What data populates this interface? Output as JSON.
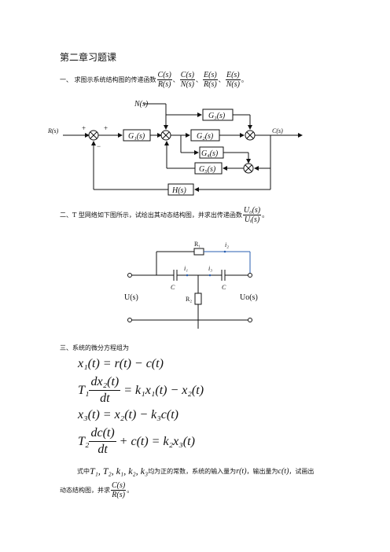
{
  "title": "第二章习题课",
  "q1": {
    "prefix": "一、  求图示系统结构图的传递函数",
    "fractions": [
      {
        "num": "C(s)",
        "den": "R(s)"
      },
      {
        "num": "C(s)",
        "den": "N(s)"
      },
      {
        "num": "E(s)",
        "den": "R(s)"
      },
      {
        "num": "E(s)",
        "den": "N(s)"
      }
    ],
    "sep": "、",
    "end": "。",
    "diagram": {
      "n": "N(s)",
      "r": "R(s)",
      "c": "C(s)",
      "g1": "G₁(s)",
      "g2": "G₂(s)",
      "g3": "G₃(s)",
      "g4": "G₄(s)",
      "g5": "G₅(s)",
      "h": "H(s)",
      "plus": "+",
      "minus": "−"
    }
  },
  "q2": {
    "prefix": "二、T 型网络如下图所示，试绘出其动态结构图，并求出传递函数",
    "frac_num": "U₀(s)",
    "frac_den": "Uᵢ(s)",
    "end": "。",
    "circuit": {
      "r1": "R₁",
      "r2": "R₂",
      "c_left": "C",
      "c_right": "C",
      "i1": "i₁",
      "i2": "i₂",
      "i3": "i₃",
      "u_in": "U(s)",
      "u_out": "Uo(s)"
    }
  },
  "q3": {
    "prefix": "三、系统的微分方程组为",
    "eq1": "x₁(t) = r(t) − c(t)",
    "eq2_lhs_coef": "T₁",
    "eq2_num": "dx₂(t)",
    "eq2_den": "dt",
    "eq2_rhs": "= k₁x₁(t) − x₂(t)",
    "eq3": "x₃(t) = x₂(t) − k₃c(t)",
    "eq4_lhs_coef": "T₂",
    "eq4_num": "dc(t)",
    "eq4_den": "dt",
    "eq4_rhs": "+ c(t) = k₂x₃(t)",
    "note_a": "式中",
    "note_vars": "T₁, T₂, k₁, k₂, k₃",
    "note_b": "均为正的常数，系统的输入量为",
    "note_r": "r(t)",
    "note_c": "，输出量为",
    "note_ct": "c(t)",
    "note_d": "，试画出",
    "note_line2": "动态结构图，并求",
    "final_num": "C(s)",
    "final_den": "R(s)",
    "end": "。"
  }
}
